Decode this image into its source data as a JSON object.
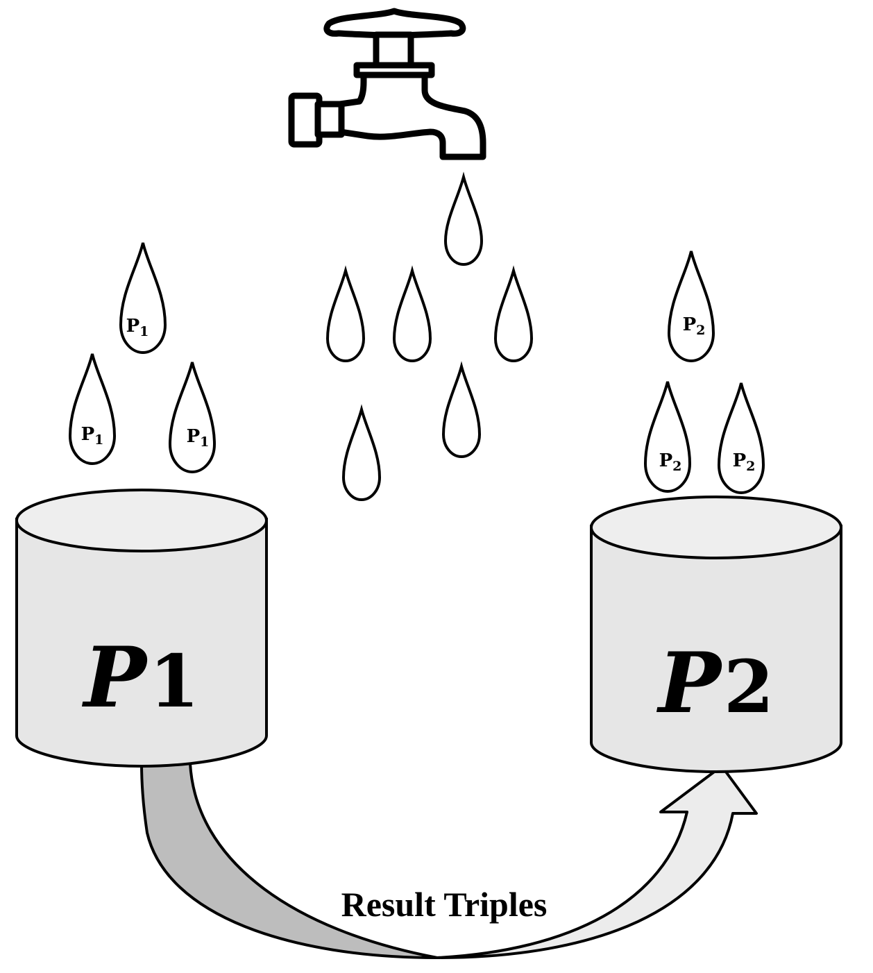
{
  "diagram": {
    "left_container": {
      "label": "P",
      "subscript": "1"
    },
    "right_container": {
      "label": "P",
      "subscript": "2"
    },
    "left_drops": [
      {
        "label": "P",
        "subscript": "1"
      },
      {
        "label": "P",
        "subscript": "1"
      },
      {
        "label": "P",
        "subscript": "1"
      }
    ],
    "right_drops": [
      {
        "label": "P",
        "subscript": "2"
      },
      {
        "label": "P",
        "subscript": "2"
      },
      {
        "label": "P",
        "subscript": "2"
      }
    ],
    "arrow_label": "Result Triples",
    "colors": {
      "container_fill": "#e6e6e6",
      "container_top": "#eeeeee",
      "arrow_dark": "#bdbdbd",
      "arrow_light": "#ececec",
      "stroke": "#000000"
    }
  }
}
